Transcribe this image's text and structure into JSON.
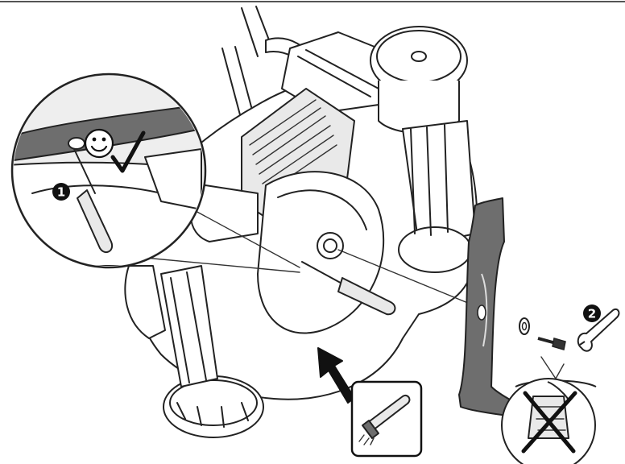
{
  "callouts": [
    {
      "id": "step-1",
      "label": "1"
    },
    {
      "id": "step-2",
      "label": "2"
    }
  ],
  "icons": {
    "approval": "smiley-face-icon",
    "confirm": "checkmark-icon",
    "tool_1": "screwdriver-icon",
    "tool_2": "wrench-icon",
    "prohibited": "crossed-out-water-icon",
    "cleaning": "brush-icon",
    "direction": "arrow-icon"
  },
  "colors": {
    "line": "#222222",
    "background": "#ffffff",
    "magnifier_fill": "#eeeeee",
    "blade_fill": "#6e6e6e",
    "badge_fill": "#111111"
  }
}
